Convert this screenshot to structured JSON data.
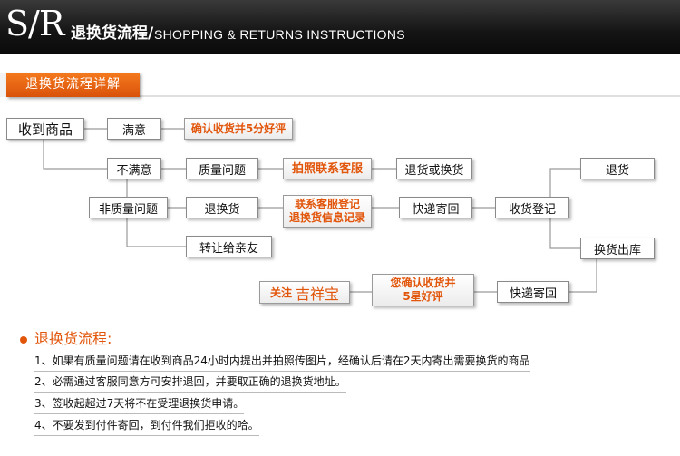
{
  "banner": {
    "logo": "S/R",
    "title_cn": "退换货流程/",
    "title_en": "SHOPPING & RETURNS INSTRUCTIONS"
  },
  "section": {
    "tag": "退换货流程详解"
  },
  "flow": {
    "receive": "收到商品",
    "satisfied": "满意",
    "confirm_review": "确认收货并5分好评",
    "unsatisfied": "不满意",
    "quality_issue": "质量问题",
    "photo_contact": "拍照联系客服",
    "return_or_exchange": "退货或换货",
    "non_quality": "非质量问题",
    "return_exchange": "退换货",
    "contact_register_1": "联系客服登记",
    "contact_register_2": "退换货信息记录",
    "express_send": "快递寄回",
    "receipt_register": "收货登记",
    "refund": "退货",
    "transfer": "转让给亲友",
    "exchange_out": "换货出库",
    "follow_label": "关注",
    "follow_name": "吉祥宝",
    "final_confirm_1": "您确认收货并",
    "final_confirm_2": "5星好评",
    "express_back": "快递寄回"
  },
  "notes": {
    "title": "退换货流程:",
    "items": [
      "1、如果有质量问题请在收到商品24小时内提出并拍照传图片，经确认后请在2天内寄出需要换货的商品",
      "2、必需通过客服同意方可安排退回，并要取正确的退换货地址。",
      "3、签收起超过7天将不在受理退换货申请。",
      "4、不要发到付件寄回，到付件我们拒收的哈。"
    ]
  },
  "colors": {
    "accent": "#e2560c",
    "banner": "#141414"
  }
}
